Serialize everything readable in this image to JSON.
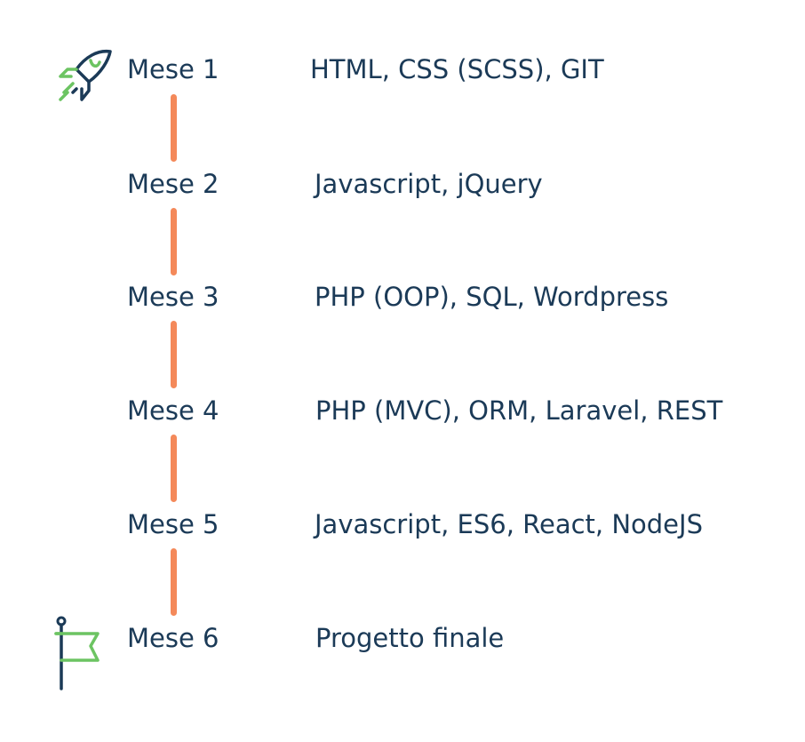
{
  "colors": {
    "text": "#1b3a57",
    "connector": "#f4895a",
    "icon_accent": "#6cc462",
    "icon_dark": "#1b3a57"
  },
  "icons": {
    "start": "rocket-icon",
    "end": "flag-icon"
  },
  "timeline": {
    "steps": [
      {
        "month": "Mese 1",
        "topics": "HTML, CSS (SCSS), GIT"
      },
      {
        "month": "Mese 2",
        "topics": "Javascript, jQuery"
      },
      {
        "month": "Mese 3",
        "topics": "PHP (OOP), SQL, Wordpress"
      },
      {
        "month": "Mese 4",
        "topics": "PHP (MVC), ORM, Laravel, REST"
      },
      {
        "month": "Mese 5",
        "topics": "Javascript, ES6, React, NodeJS"
      },
      {
        "month": "Mese 6",
        "topics": "Progetto finale"
      }
    ]
  }
}
